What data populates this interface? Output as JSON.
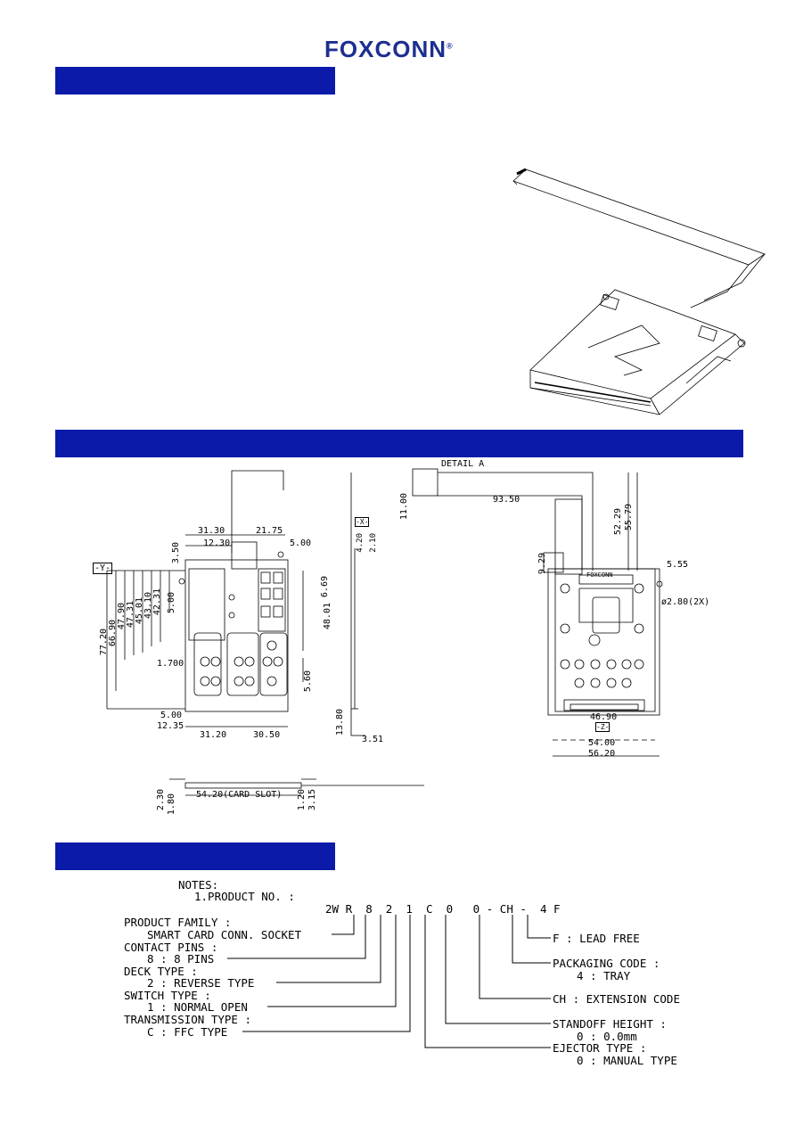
{
  "brand": {
    "name": "FOXCONN",
    "registered": "®"
  },
  "colors": {
    "section_bar": "#0b1aa8",
    "brand": "#1d2f8f",
    "line": "#000000"
  },
  "drawing": {
    "detail_label": "DETAIL A",
    "dims": {
      "d1": "31.30",
      "d2": "12.30",
      "d3": "21.75",
      "d4": "5.00",
      "d5": "3.50",
      "d6": "6.69",
      "d7": "48.01",
      "d8": "5.60",
      "d9": "1.700",
      "d10": "77.20",
      "d11": "66.90",
      "d12": "47.90",
      "d13": "47.31",
      "d14": "45.01",
      "d15": "43.10",
      "d16": "42.31",
      "d17": "5.00",
      "d18": "5.00",
      "d19": "12.35",
      "d20": "31.20",
      "d21": "30.50",
      "d22": "-Y-",
      "s1": "4.20",
      "s2": "2.10",
      "s3": "13.80",
      "s4": "3.51",
      "s5": "-X-",
      "r1": "11.00",
      "r2": "93.50",
      "r3": "52.29",
      "r4": "55.79",
      "r5": "9.29",
      "r6": "5.55",
      "r7": "ø2.80(2X)",
      "r8": "46.90",
      "r9": "-Z-",
      "r10": "54.00",
      "r11": "56.20",
      "b1": "2.30",
      "b2": "1.80",
      "b3": "54.20(CARD SLOT)",
      "b4": "1.20",
      "b5": "3.15"
    },
    "part_marking": "FOXCONN"
  },
  "notes": {
    "title": "NOTES:",
    "product_no_label": "1.PRODUCT NO. :",
    "part_number": [
      "2W",
      "R",
      "8",
      "2",
      "1",
      "C",
      "0",
      "0",
      "-",
      "CH",
      "-",
      "4",
      "F"
    ],
    "left": [
      {
        "label": "PRODUCT FAMILY :",
        "value": "SMART CARD CONN. SOCKET"
      },
      {
        "label": "CONTACT PINS :",
        "value": "8 : 8 PINS"
      },
      {
        "label": "DECK TYPE :",
        "value": "2 : REVERSE TYPE"
      },
      {
        "label": "SWITCH TYPE :",
        "value": "1 : NORMAL OPEN"
      },
      {
        "label": "TRANSMISSION TYPE :",
        "value": "C : FFC TYPE"
      }
    ],
    "right": [
      {
        "label": "F : LEAD FREE",
        "value": ""
      },
      {
        "label": "PACKAGING CODE :",
        "value": "4 : TRAY"
      },
      {
        "label": "CH : EXTENSION CODE",
        "value": ""
      },
      {
        "label": "STANDOFF HEIGHT :",
        "value": "0 : 0.0mm"
      },
      {
        "label": "EJECTOR TYPE :",
        "value": "0 : MANUAL TYPE"
      }
    ]
  }
}
